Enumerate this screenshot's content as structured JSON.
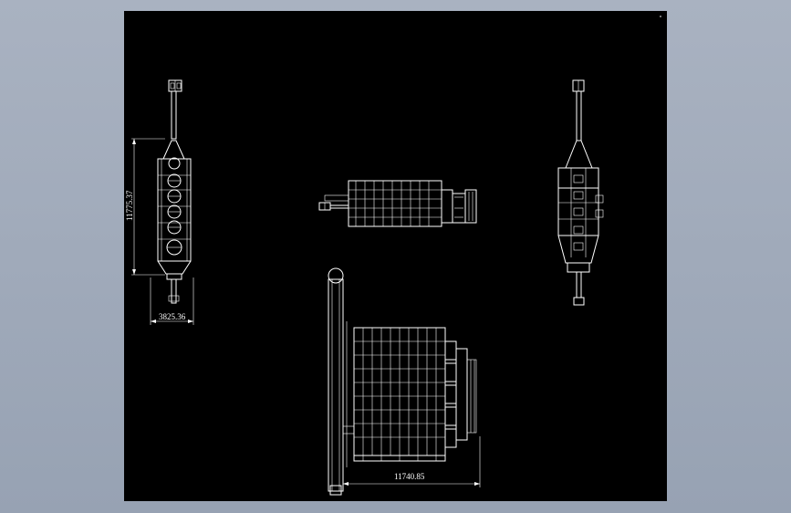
{
  "drawing": {
    "background_color": "#000000",
    "line_color": "#ffffff",
    "frame_color": "#a0aabb"
  },
  "dimensions": {
    "left_view_height": "11775.37",
    "left_view_width": "3825.36",
    "bottom_view_width": "11740.85"
  }
}
